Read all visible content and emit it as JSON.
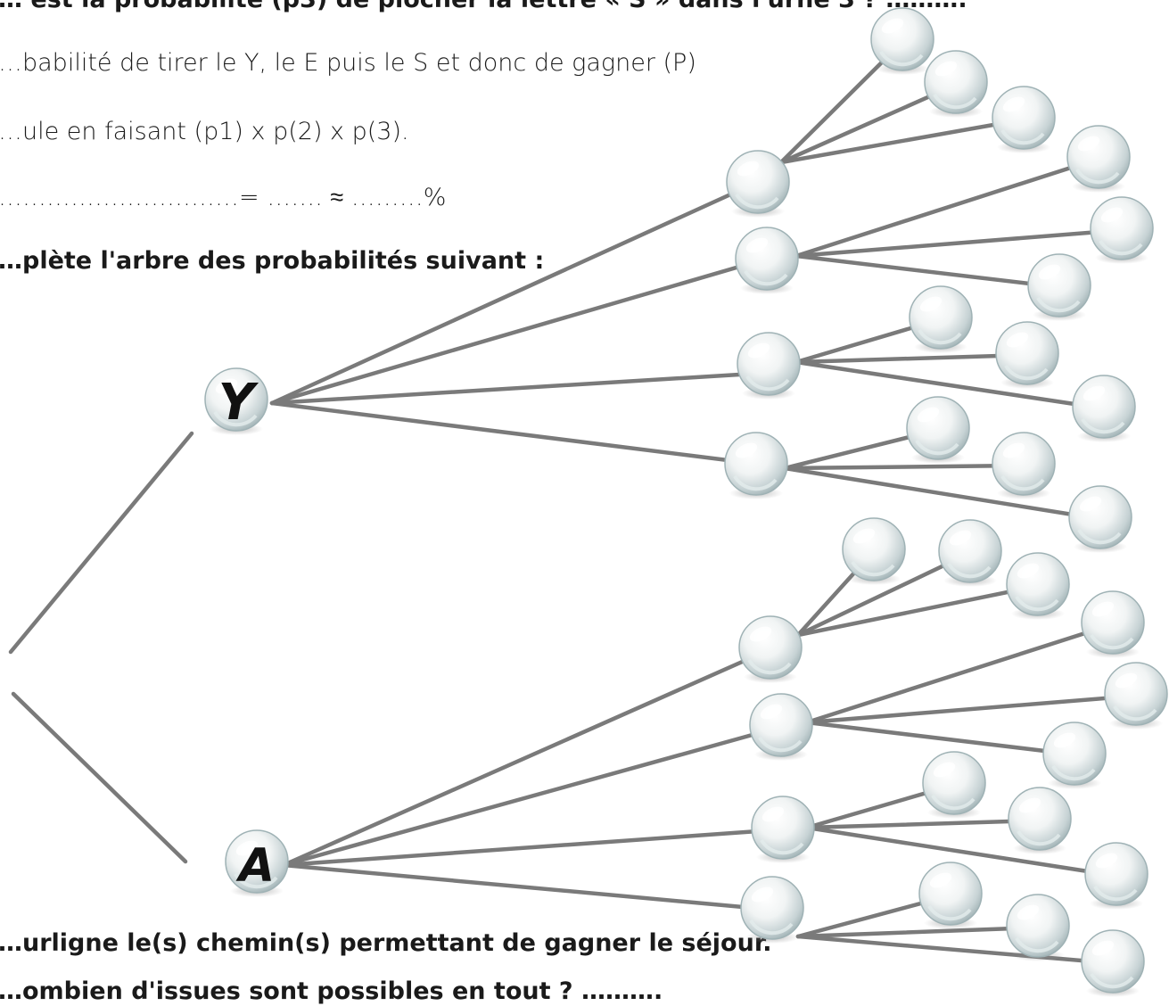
{
  "text_lines": {
    "line1": "… est la probabilité (p3) de piocher la lettre « S » dans l'urne 3 ? ……….",
    "line2": "…babilité de tirer le Y, le E puis le S et donc de gagner (P)",
    "line3": "…ule en faisant (p1) x p(2) x p(3).",
    "line4": "…………………………= ……. ≈ ………%",
    "line5": "…plète l'arbre des probabilités suivant :",
    "line6": "…urligne le(s) chemin(s) permettant de gagner le séjour.",
    "line7": "…ombien d'issues sont possibles en tout ? ………."
  },
  "tree": {
    "root_labels": [
      "Y",
      "A"
    ]
  },
  "colors": {
    "branch": "#7a7a7a",
    "text": "#1a1a1a"
  }
}
